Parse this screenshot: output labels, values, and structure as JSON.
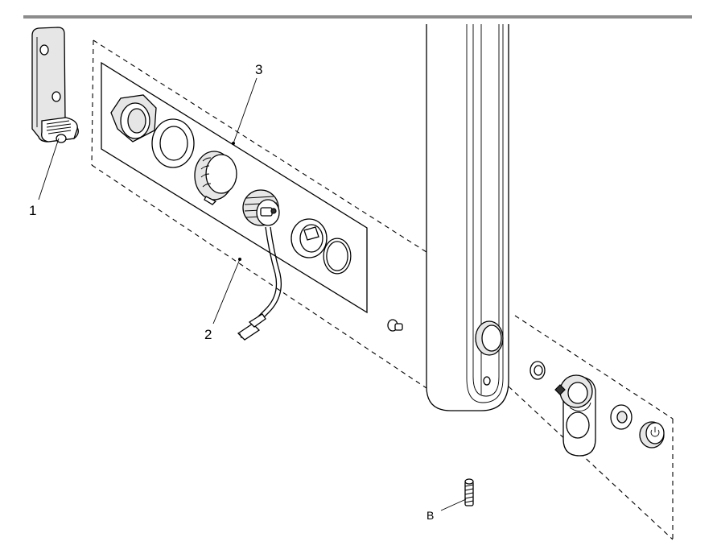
{
  "colors": {
    "header_rule": "#8c8c8c",
    "line": "#000000",
    "part_fill": "#ffffff",
    "part_shade": "#e6e6e6"
  },
  "callouts": {
    "item_1": "1",
    "item_2": "2",
    "item_3": "3",
    "item_b": "B"
  }
}
